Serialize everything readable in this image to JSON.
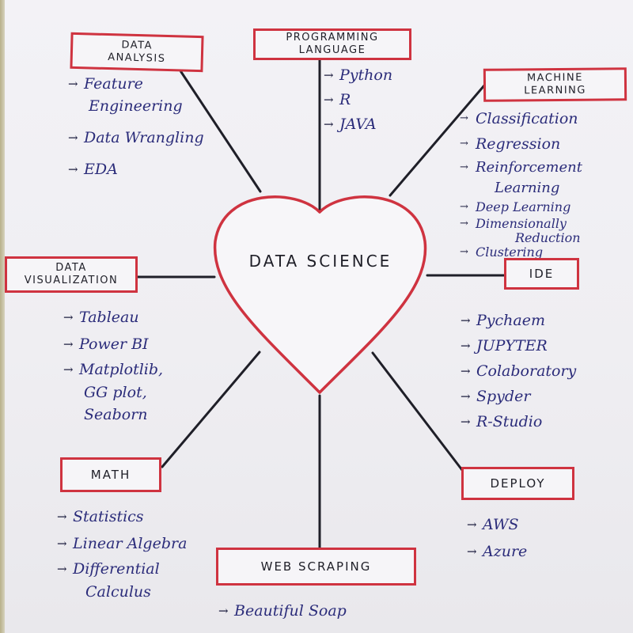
{
  "center": {
    "title": "DATA SCIENCE"
  },
  "nodes": {
    "data_analysis": {
      "title_lines": [
        "DATA",
        "ANALYSIS"
      ],
      "items": [
        [
          "Feature",
          "Engineering"
        ],
        [
          "Data Wrangling"
        ],
        [
          "EDA"
        ]
      ]
    },
    "programming_language": {
      "title_lines": [
        "PROGRAMMING",
        "LANGUAGE"
      ],
      "items": [
        [
          "Python"
        ],
        [
          "R"
        ],
        [
          "JAVA"
        ]
      ]
    },
    "machine_learning": {
      "title_lines": [
        "MACHINE",
        "LEARNING"
      ],
      "items": [
        [
          "Classification"
        ],
        [
          "Regression"
        ],
        [
          "Reinforcement",
          "Learning"
        ],
        [
          "Deep Learning"
        ],
        [
          "Dimensionally",
          "Reduction"
        ],
        [
          "Clustering"
        ]
      ]
    },
    "data_visualization": {
      "title_lines": [
        "DATA",
        "VISUALIZATION"
      ],
      "items": [
        [
          "Tableau"
        ],
        [
          "Power BI"
        ],
        [
          "Matplotlib,",
          "GG plot,",
          "Seaborn"
        ]
      ]
    },
    "ide": {
      "title_lines": [
        "IDE"
      ],
      "items": [
        [
          "Pychaem"
        ],
        [
          "JUPYTER"
        ],
        [
          "Colaboratory"
        ],
        [
          "Spyder"
        ],
        [
          "R-Studio"
        ]
      ]
    },
    "math": {
      "title_lines": [
        "MATH"
      ],
      "items": [
        [
          "Statistics"
        ],
        [
          "Linear Algebra"
        ],
        [
          "Differential",
          "Calculus"
        ]
      ]
    },
    "web_scraping": {
      "title_lines": [
        "WEB SCRAPING"
      ],
      "items": [
        [
          "Beautiful Soap"
        ]
      ]
    },
    "deploy": {
      "title_lines": [
        "DEPLOY"
      ],
      "items": [
        [
          "AWS"
        ],
        [
          "Azure"
        ]
      ]
    }
  },
  "colors": {
    "box_border": "#cf3340",
    "heart_stroke": "#cf3340",
    "ink": "#2b2c7a",
    "connector": "#1f1f28"
  }
}
